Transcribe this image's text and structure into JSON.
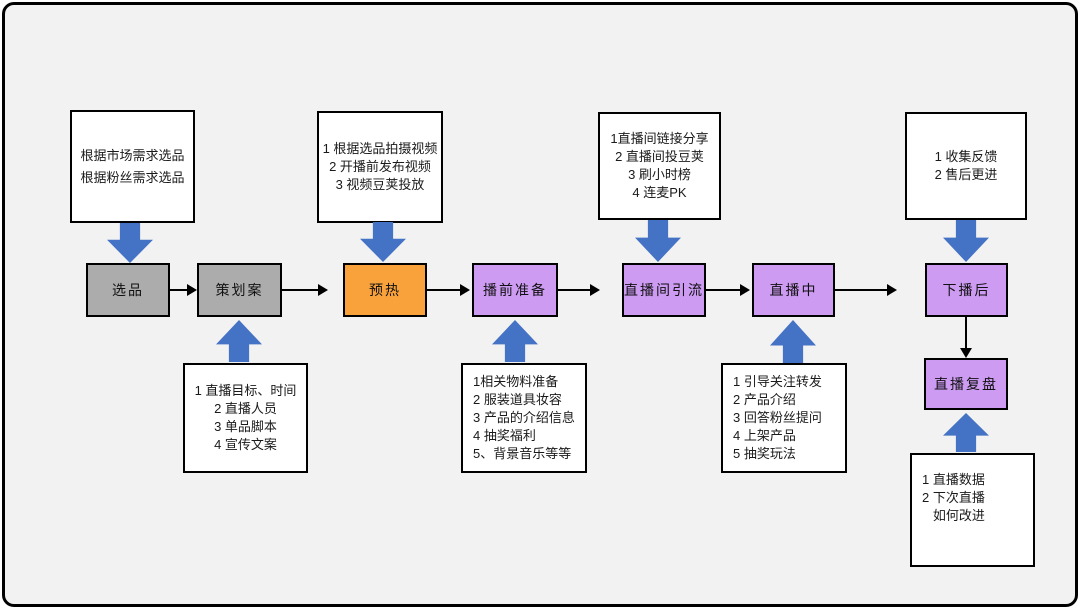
{
  "canvas": {
    "background": "#f2f2f2",
    "border_color": "#000000"
  },
  "colors": {
    "stage_gray": "#acacac",
    "stage_orange": "#f9a23c",
    "stage_purple": "#cd9bf2",
    "block_arrow_blue": "#4472c4",
    "connector_black": "#000000",
    "note_background": "#ffffff"
  },
  "stages": [
    {
      "label": "选品"
    },
    {
      "label": "策划案"
    },
    {
      "label": "预热"
    },
    {
      "label": "播前准备"
    },
    {
      "label": "直播间引流"
    },
    {
      "label": "直播中"
    },
    {
      "label": "下播后"
    },
    {
      "label": "直播复盘"
    }
  ],
  "notes": {
    "selection_basis": "根据市场需求选品\n根据粉丝需求选品",
    "preheat_tasks": "1 根据选品拍摄视频\n2 开播前发布视频\n3 视频豆荚投放",
    "traffic_tactics": "1直播间链接分享\n2 直播间投豆荚\n3 刷小时榜\n4 连麦PK",
    "after_tasks": "1 收集反馈\n2 售后更进",
    "plan_items": "1 直播目标、时间\n2 直播人员\n3 单品脚本\n4 宣传文案",
    "prep_items": "1相关物料准备\n2 服装道具妆容\n3 产品的介绍信息\n4 抽奖福利\n5、背景音乐等等",
    "live_items": "1 引导关注转发\n2 产品介绍\n3 回答粉丝提问\n4 上架产品\n5 抽奖玩法",
    "review_items": "1 直播数据\n2 下次直播\n   如何改进"
  }
}
